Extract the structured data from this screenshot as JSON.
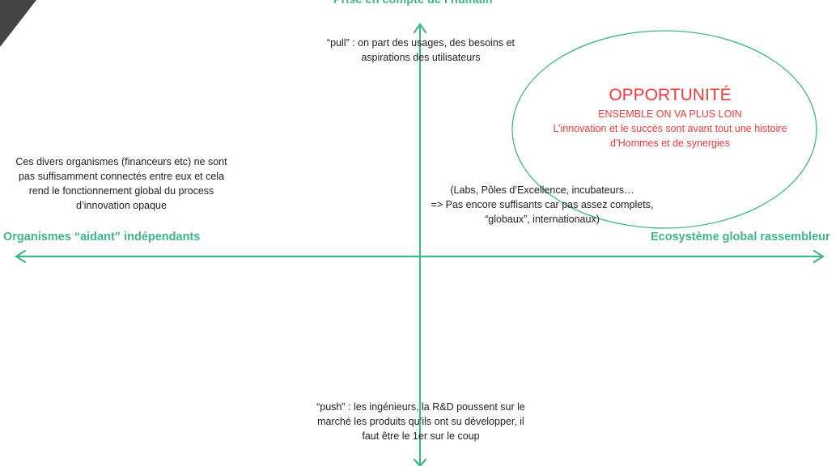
{
  "colors": {
    "axis": "#3fb58f",
    "accent": "#f03a3a",
    "corner": "#444444"
  },
  "axes": {
    "top": "Prise en compte de l’humain",
    "left": "Organismes “aidant” indépendants",
    "right": "Ecosystème global rassembleur"
  },
  "notes": {
    "pull": [
      "“pull” : on part des usages, des besoins et",
      "aspirations des utilisateurs"
    ],
    "left": [
      "Ces divers organismes (financeurs etc) ne sont",
      "pas suffisamment connectés entre eux et cela",
      "rend le fonctionnement global du process",
      "d’innovation opaque"
    ],
    "labs": [
      "(Labs, Pôles d’Excellence, incubateurs…",
      "=> Pas encore suffisants car pas assez complets,",
      "“globaux”, internationaux)"
    ],
    "push": [
      "“push” : les ingénieurs, la R&D poussent sur le",
      "marché les produits qu’ils ont su développer, il",
      "faut être le 1er sur le coup"
    ]
  },
  "opportunity": {
    "title": "OPPORTUNITÉ",
    "subtitle": "ENSEMBLE ON VA PLUS LOIN",
    "lines": [
      "L’innovation et le succès sont avant tout une histoire",
      "d’Hommes et de synergies"
    ]
  }
}
